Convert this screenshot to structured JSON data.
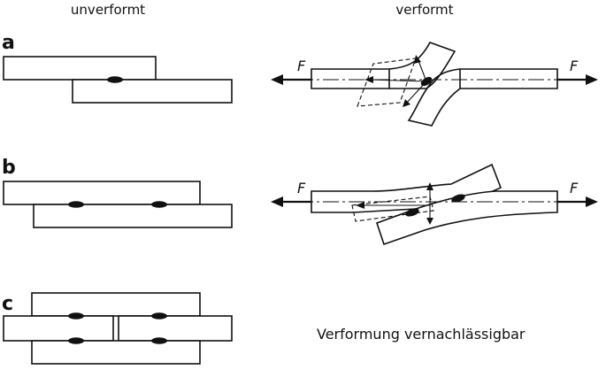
{
  "headers": {
    "left": "unverformt",
    "right": "verformt"
  },
  "rows": [
    {
      "label": "a"
    },
    {
      "label": "b"
    },
    {
      "label": "c"
    }
  ],
  "force_label": "F",
  "note_c": "Verformung vernachlässigbar"
}
